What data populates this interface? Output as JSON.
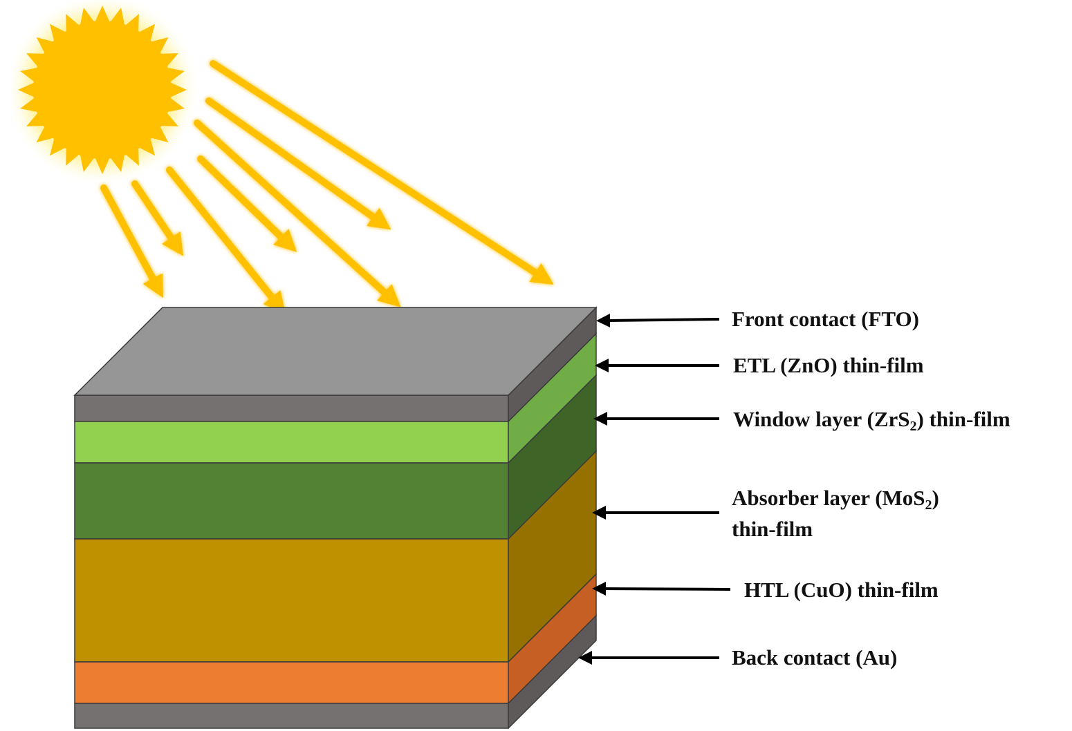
{
  "colors": {
    "sun": "#FFC000",
    "sun_glow": "#FFF3A0",
    "ray": "#FFC000",
    "arrow": "#000000",
    "front_contact": "#767171",
    "front_contact_top": "#969696",
    "etl": "#92D050",
    "window": "#548235",
    "absorber": "#BF9000",
    "htl": "#ED7D31",
    "back_contact": "#767171"
  },
  "icons": {
    "sun": "sun-icon",
    "ray": "light-ray-arrow-icon",
    "pointer": "left-arrow-icon"
  },
  "labels": {
    "front_contact": "Front contact (FTO)",
    "etl": "ETL (ZnO) thin-film",
    "window_pre": "Window layer (ZrS",
    "window_sub": "2",
    "window_post": ") thin-film",
    "absorber_pre": "Absorber layer (MoS",
    "absorber_sub": "2",
    "absorber_post": ")",
    "absorber_line2": "thin-film",
    "htl": "HTL (CuO) thin-film",
    "back_contact": "Back contact (Au)"
  }
}
